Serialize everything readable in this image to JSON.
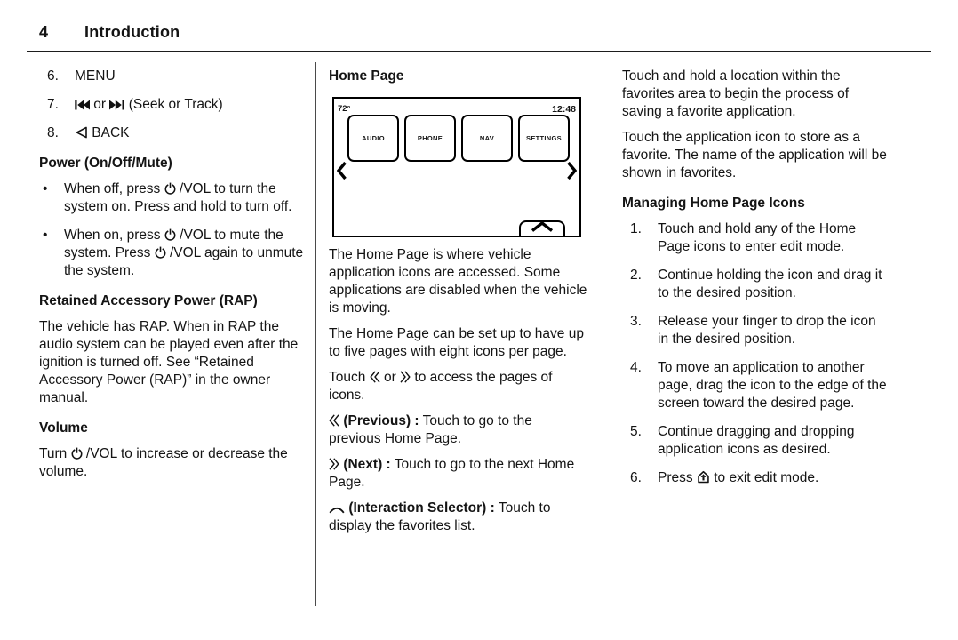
{
  "page": {
    "number": "4",
    "title": "Introduction"
  },
  "colors": {
    "ink": "#141414",
    "background": "#ffffff",
    "divider": "#4a4a4a"
  },
  "figure": {
    "temperature": "72°",
    "time": "12:48",
    "buttons": [
      "AUDIO",
      "PHONE",
      "NAV",
      "SETTINGS"
    ],
    "prev_arrow_icon": "chevron-left-icon",
    "next_arrow_icon": "chevron-right-icon",
    "interaction_selector_icon": "chevron-up-icon"
  },
  "blocks": {
    "left": [
      {
        "type": "list",
        "start": 6,
        "items": [
          [
            {
              "t": "MENU"
            }
          ],
          [
            {
              "i": "seek-back-icon"
            },
            {
              "t": " or "
            },
            {
              "i": "seek-forward-icon"
            },
            {
              "t": " (Seek or Track)"
            }
          ],
          [
            {
              "i": "back-icon"
            },
            {
              "t": " BACK"
            }
          ]
        ]
      },
      {
        "type": "heading",
        "segments": [
          {
            "t": "Power (On/Off/Mute)"
          }
        ]
      },
      {
        "type": "bullets",
        "items": [
          [
            {
              "t": "When off, press "
            },
            {
              "i": "power-icon"
            },
            {
              "t": " /VOL to turn the system on. Press and hold to turn off."
            }
          ],
          [
            {
              "t": "When on, press "
            },
            {
              "i": "power-icon"
            },
            {
              "t": " /VOL to mute the system. Press "
            },
            {
              "i": "power-icon"
            },
            {
              "t": " /VOL again to unmute the system."
            }
          ]
        ]
      },
      {
        "type": "heading",
        "segments": [
          {
            "t": "Retained Accessory Power (RAP)"
          }
        ]
      },
      {
        "type": "para",
        "segments": [
          {
            "t": "The vehicle has RAP. When in RAP the audio system can be played even after the ignition is turned off. See “Retained Accessory Power (RAP)” in the owner manual."
          }
        ]
      },
      {
        "type": "heading",
        "segments": [
          {
            "t": "Volume"
          }
        ]
      },
      {
        "type": "para",
        "segments": [
          {
            "t": "Turn "
          },
          {
            "i": "power-icon"
          },
          {
            "t": " /VOL to increase or decrease the volume."
          }
        ]
      }
    ],
    "middle_top": [
      {
        "type": "heading",
        "segments": [
          {
            "t": "Home Page"
          }
        ]
      }
    ],
    "middle_bottom": [
      {
        "type": "para",
        "segments": [
          {
            "t": "The Home Page is where vehicle application icons are accessed. Some applications are disabled when the vehicle is moving."
          }
        ]
      },
      {
        "type": "para",
        "segments": [
          {
            "t": "The Home Page can be set up to have up to five pages with eight icons per page."
          }
        ]
      },
      {
        "type": "para",
        "segments": [
          {
            "t": "Touch "
          },
          {
            "i": "prev-icon"
          },
          {
            "t": " or "
          },
          {
            "i": "next-icon"
          },
          {
            "t": " to access the pages of icons."
          }
        ]
      },
      {
        "type": "para",
        "segments": [
          {
            "i": "prev-icon"
          },
          {
            "t": " "
          },
          {
            "b": "(Previous) :"
          },
          {
            "t": " Touch to go to the previous Home Page."
          }
        ]
      },
      {
        "type": "para",
        "segments": [
          {
            "i": "next-icon"
          },
          {
            "t": " "
          },
          {
            "b": "(Next) :"
          },
          {
            "t": " Touch to go to the next Home Page."
          }
        ]
      },
      {
        "type": "para",
        "segments": [
          {
            "i": "interaction-selector-icon"
          },
          {
            "t": " "
          },
          {
            "b": "(Interaction Selector) :"
          },
          {
            "t": " Touch to display the favorites list."
          }
        ]
      }
    ],
    "right": [
      {
        "type": "para",
        "segments": [
          {
            "t": "Touch and hold a location within the favorites area to begin the process of saving a favorite application."
          }
        ]
      },
      {
        "type": "para",
        "segments": [
          {
            "t": "Touch the application icon to store as a favorite. The name of the application will be shown in favorites."
          }
        ]
      },
      {
        "type": "heading",
        "segments": [
          {
            "t": "Managing Home Page Icons"
          }
        ]
      },
      {
        "type": "list",
        "start": 1,
        "items": [
          [
            {
              "t": "Touch and hold any of the Home Page icons to enter edit mode."
            }
          ],
          [
            {
              "t": "Continue holding the icon and drag it to the desired position."
            }
          ],
          [
            {
              "t": "Release your finger to drop the icon in the desired position."
            }
          ],
          [
            {
              "t": "To move an application to another page, drag the icon to the edge of the screen toward the desired page."
            }
          ],
          [
            {
              "t": "Continue dragging and dropping application icons as desired."
            }
          ],
          [
            {
              "t": "Press "
            },
            {
              "i": "home-icon"
            },
            {
              "t": " to exit edit mode."
            }
          ]
        ]
      }
    ]
  }
}
